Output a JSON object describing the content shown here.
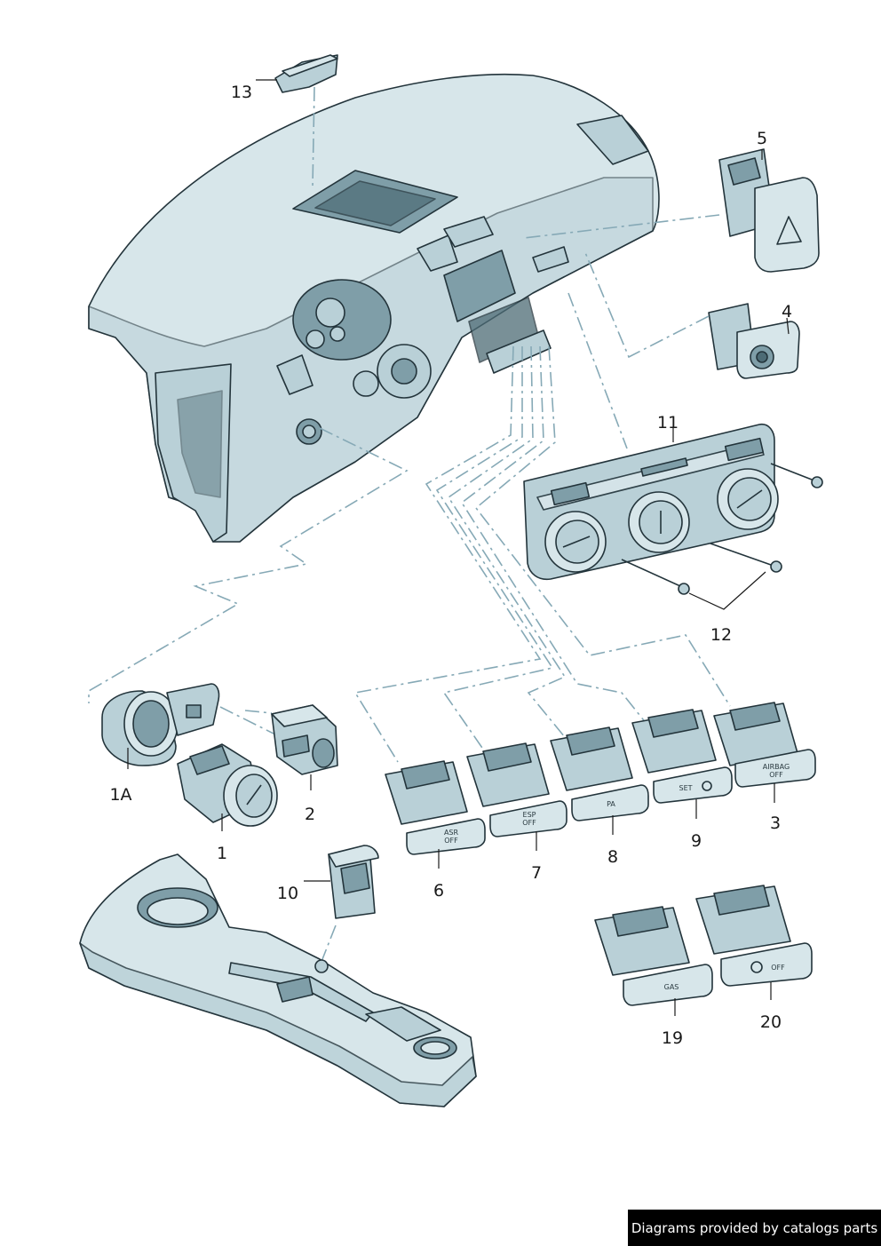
{
  "labels": {
    "p1": "1",
    "p1a": "1A",
    "p2": "2",
    "p3": "3",
    "p4": "4",
    "p5": "5",
    "p6": "6",
    "p7": "7",
    "p8": "8",
    "p9": "9",
    "p10": "10",
    "p11": "11",
    "p12": "12",
    "p13": "13",
    "p19": "19",
    "p20": "20"
  },
  "buttons": {
    "b6": [
      "ASR",
      "OFF"
    ],
    "b7": [
      "ESP",
      "OFF"
    ],
    "b8": "PA",
    "b9": "SET",
    "b3": [
      "AIRBAG",
      "OFF"
    ],
    "b19": "GAS",
    "b20": "OFF"
  },
  "footer": {
    "credit": "Diagrams provided by catalogs parts"
  },
  "colors": {
    "part_light": "#d7e6ea",
    "part_mid": "#b9d0d7",
    "part_dark": "#7f9ea8",
    "outline": "#23343b",
    "dash_line": "#86a9b6",
    "credit_bg": "#000000"
  }
}
